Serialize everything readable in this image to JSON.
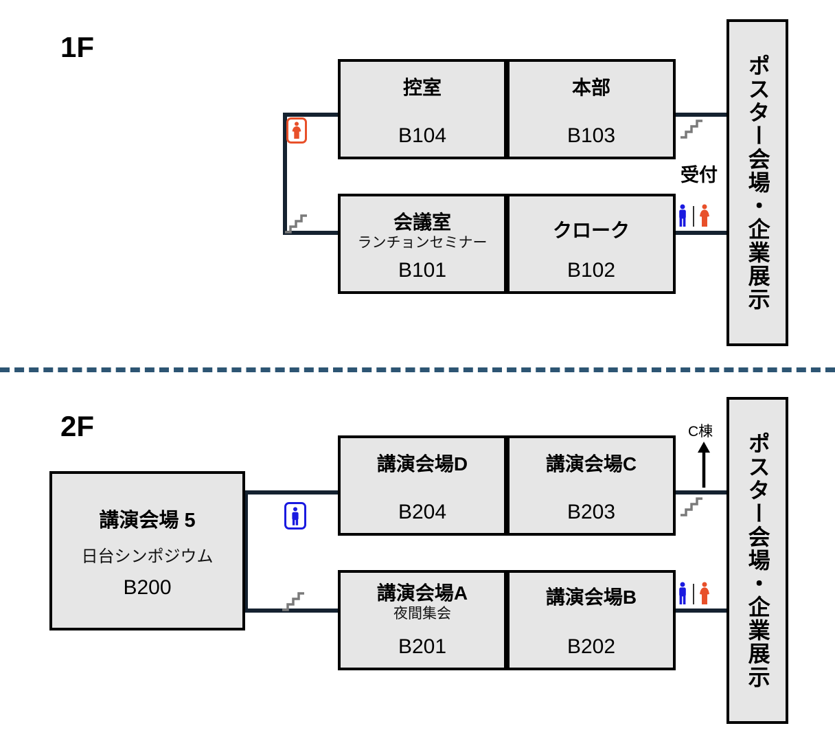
{
  "floors": [
    {
      "label": "1F",
      "rooms": [
        {
          "name": "控室",
          "sub": "",
          "code": "B104"
        },
        {
          "name": "本部",
          "sub": "",
          "code": "B103"
        },
        {
          "name": "会議室",
          "sub": "ランチョンセミナー",
          "code": "B101"
        },
        {
          "name": "クローク",
          "sub": "",
          "code": "B102"
        }
      ],
      "hall_text": "ポスター会場・企業展示",
      "reception_label": "受付",
      "icons": [
        {
          "name": "womens-restroom-icon",
          "kind": "boxed-female"
        },
        {
          "name": "stairs-icon",
          "kind": "stairs"
        },
        {
          "name": "stairs-icon",
          "kind": "stairs"
        },
        {
          "name": "restrooms-icon",
          "kind": "pair"
        }
      ]
    },
    {
      "label": "2F",
      "rooms": [
        {
          "name": "講演会場 5",
          "sub": "日台シンポジウム",
          "code": "B200"
        },
        {
          "name": "講演会場D",
          "sub": "",
          "code": "B204"
        },
        {
          "name": "講演会場C",
          "sub": "",
          "code": "B203"
        },
        {
          "name": "講演会場A",
          "sub": "夜間集会",
          "code": "B201"
        },
        {
          "name": "講演会場B",
          "sub": "",
          "code": "B202"
        }
      ],
      "hall_text": "ポスター会場・企業展示",
      "c_wing_label": "C棟",
      "icons": [
        {
          "name": "mens-restroom-icon",
          "kind": "boxed-male"
        },
        {
          "name": "stairs-icon",
          "kind": "stairs"
        },
        {
          "name": "stairs-icon",
          "kind": "stairs"
        },
        {
          "name": "restrooms-icon",
          "kind": "pair"
        }
      ]
    }
  ],
  "colors": {
    "corridor": "#152230",
    "room_fill": "#e6e6e6",
    "room_border": "#000000",
    "separator": "#2d5573",
    "female": "#e8502a",
    "male": "#1a1ae0",
    "stairs": "#7a7a7a",
    "text": "#000000"
  }
}
